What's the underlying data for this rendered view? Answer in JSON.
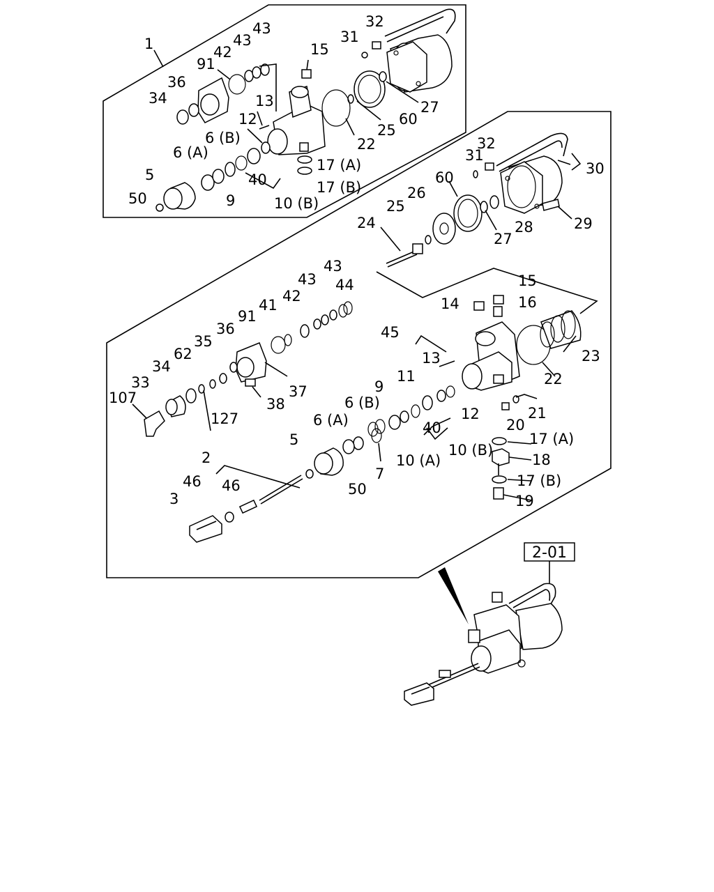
{
  "reference_box": "2-01",
  "callouts": {
    "c1": "1",
    "c91a": "91",
    "c42a": "42",
    "c43a1": "43",
    "c43a2": "43",
    "c36a": "36",
    "c34a": "34",
    "c13a": "13",
    "c12a": "12",
    "c15a": "15",
    "c31a": "31",
    "c32a": "32",
    "c27a": "27",
    "c60a": "60",
    "c25a": "25",
    "c22a": "22",
    "c6Ba": "6 (B)",
    "c6Aa": "6 (A)",
    "c5a": "5",
    "c9a": "9",
    "c40a": "40",
    "c10Ba": "10 (B)",
    "c17Aa": "17 (A)",
    "c17Ba": "17 (B)",
    "c50a": "50",
    "c31b": "31",
    "c32b": "32",
    "c30": "30",
    "c60b": "60",
    "c26": "26",
    "c25b": "25",
    "c24": "24",
    "c27b": "27",
    "c28": "28",
    "c29": "29",
    "c43b1": "43",
    "c43b2": "43",
    "c44": "44",
    "c42b": "42",
    "c41": "41",
    "c91b": "91",
    "c36b": "36",
    "c35": "35",
    "c62": "62",
    "c34b": "34",
    "c33": "33",
    "c107": "107",
    "c127": "127",
    "c37": "37",
    "c38": "38",
    "c45": "45",
    "c13b": "13",
    "c15b": "15",
    "c14": "14",
    "c16": "16",
    "c23": "23",
    "c22b": "22",
    "c11": "11",
    "c12b": "12",
    "c21": "21",
    "c20": "20",
    "c9b": "9",
    "c6Bb": "6 (B)",
    "c6Ab": "6 (A)",
    "c5b": "5",
    "c40b": "40",
    "c10Bb": "10 (B)",
    "c10A": "10 (A)",
    "c7": "7",
    "c17Ab": "17 (A)",
    "c18": "18",
    "c17Bb": "17 (B)",
    "c19": "19",
    "c2": "2",
    "c46a": "46",
    "c46b": "46",
    "c3": "3",
    "c50b": "50"
  }
}
